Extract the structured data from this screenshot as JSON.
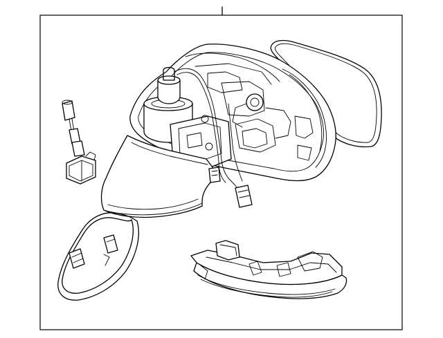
{
  "diagram": {
    "frame_color": "#000000",
    "background_color": "#ffffff",
    "parts": [
      {
        "id": "mirror-glass-seal",
        "icon": "gasket-outline"
      },
      {
        "id": "mirror-housing-assembly",
        "icon": "side-mirror"
      },
      {
        "id": "harness-connector-small",
        "icon": "plug-connector"
      },
      {
        "id": "wiring-harness-loop",
        "icon": "cable-loop"
      },
      {
        "id": "turn-signal-lamp",
        "icon": "signal-lamp"
      }
    ]
  }
}
